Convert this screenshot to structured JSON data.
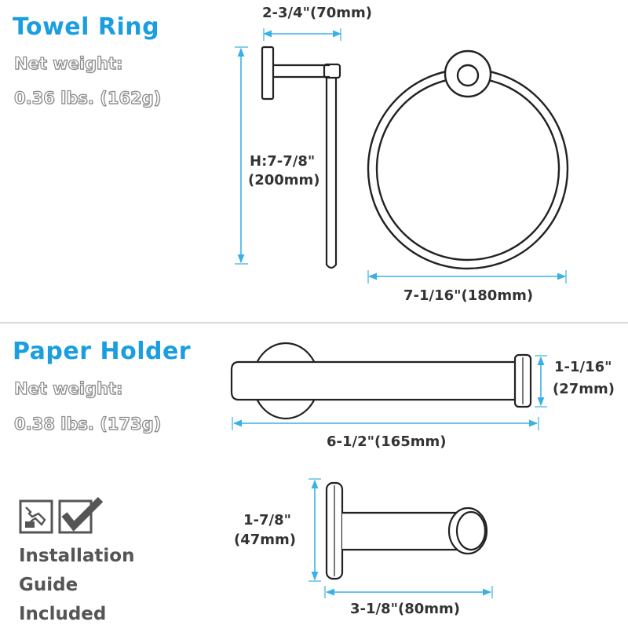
{
  "towel_ring": {
    "title": "Towel Ring",
    "net_weight_label": "Net weight:",
    "net_weight_value": "0.36 lbs. (162g)",
    "dim_depth": "2-3/4\"(70mm)",
    "dim_height_line1": "H:7-7/8\"",
    "dim_height_line2": "(200mm)",
    "dim_width": "7-1/16\"(180mm)"
  },
  "paper_holder": {
    "title": "Paper Holder",
    "net_weight_label": "Net weight:",
    "net_weight_value": "0.38 lbs. (173g)",
    "dim_diameter_line1": "1-1/16\"",
    "dim_diameter_line2": "(27mm)",
    "dim_length": "6-1/2\"(165mm)",
    "dim_base_line1": "1-7/8\"",
    "dim_base_line2": "(47mm)",
    "dim_projection": "3-1/8\"(80mm)"
  },
  "installation": {
    "line1": "Installation",
    "line2": "Guide",
    "line3": "Included"
  },
  "colors": {
    "title_blue": "#1a9ee0",
    "dimension_blue": "#3ab0e6",
    "outline": "#222222"
  },
  "icons": [
    "drill-icon",
    "checkmark-icon"
  ]
}
